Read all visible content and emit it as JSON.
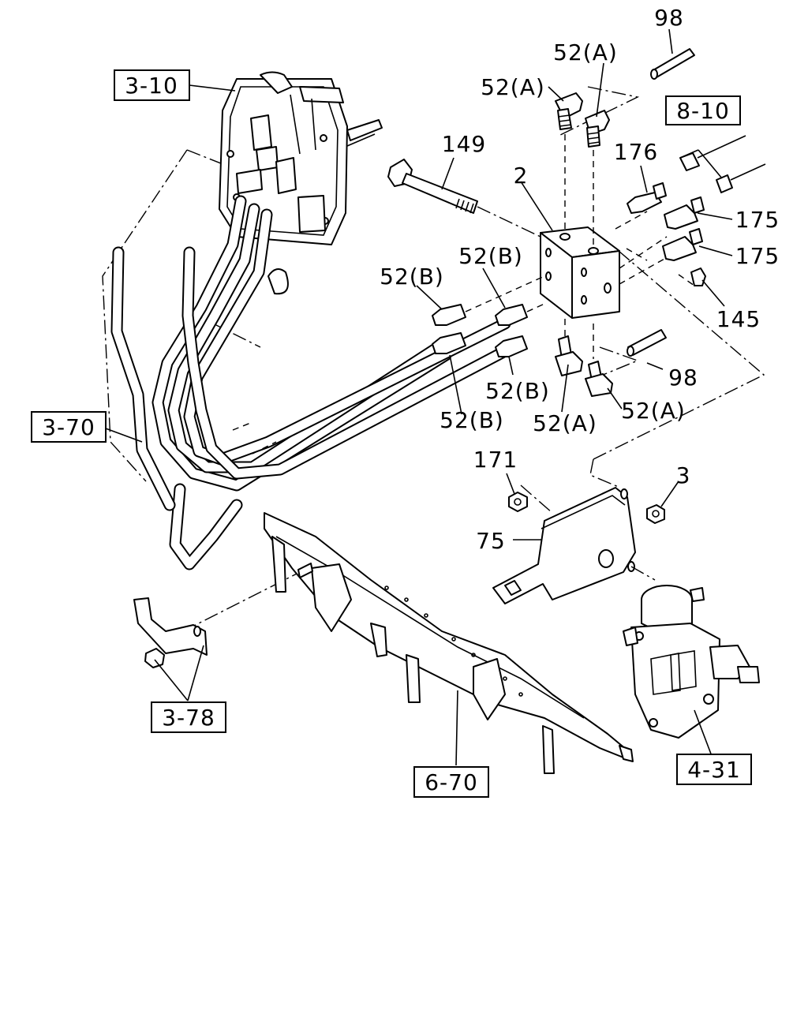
{
  "reference_boxes": [
    {
      "id": "ref-3-10",
      "text": "3-10"
    },
    {
      "id": "ref-3-70",
      "text": "3-70"
    },
    {
      "id": "ref-8-10",
      "text": "8-10"
    },
    {
      "id": "ref-3-78",
      "text": "3-78"
    },
    {
      "id": "ref-6-70",
      "text": "6-70"
    },
    {
      "id": "ref-4-31",
      "text": "4-31"
    }
  ],
  "part_labels": [
    {
      "id": "p98-top",
      "text": "98"
    },
    {
      "id": "p52a-1",
      "text": "52(A)"
    },
    {
      "id": "p52a-2",
      "text": "52(A)"
    },
    {
      "id": "p149",
      "text": "149"
    },
    {
      "id": "p2",
      "text": "2"
    },
    {
      "id": "p176",
      "text": "176"
    },
    {
      "id": "p175-1",
      "text": "175"
    },
    {
      "id": "p175-2",
      "text": "175"
    },
    {
      "id": "p145",
      "text": "145"
    },
    {
      "id": "p52b-1",
      "text": "52(B)"
    },
    {
      "id": "p52b-2",
      "text": "52(B)"
    },
    {
      "id": "p52b-3",
      "text": "52(B)"
    },
    {
      "id": "p52b-4",
      "text": "52(B)"
    },
    {
      "id": "p98-bot",
      "text": "98"
    },
    {
      "id": "p52a-3",
      "text": "52(A)"
    },
    {
      "id": "p52a-4",
      "text": "52(A)"
    },
    {
      "id": "p171",
      "text": "171"
    },
    {
      "id": "p3",
      "text": "3"
    },
    {
      "id": "p75",
      "text": "75"
    }
  ]
}
